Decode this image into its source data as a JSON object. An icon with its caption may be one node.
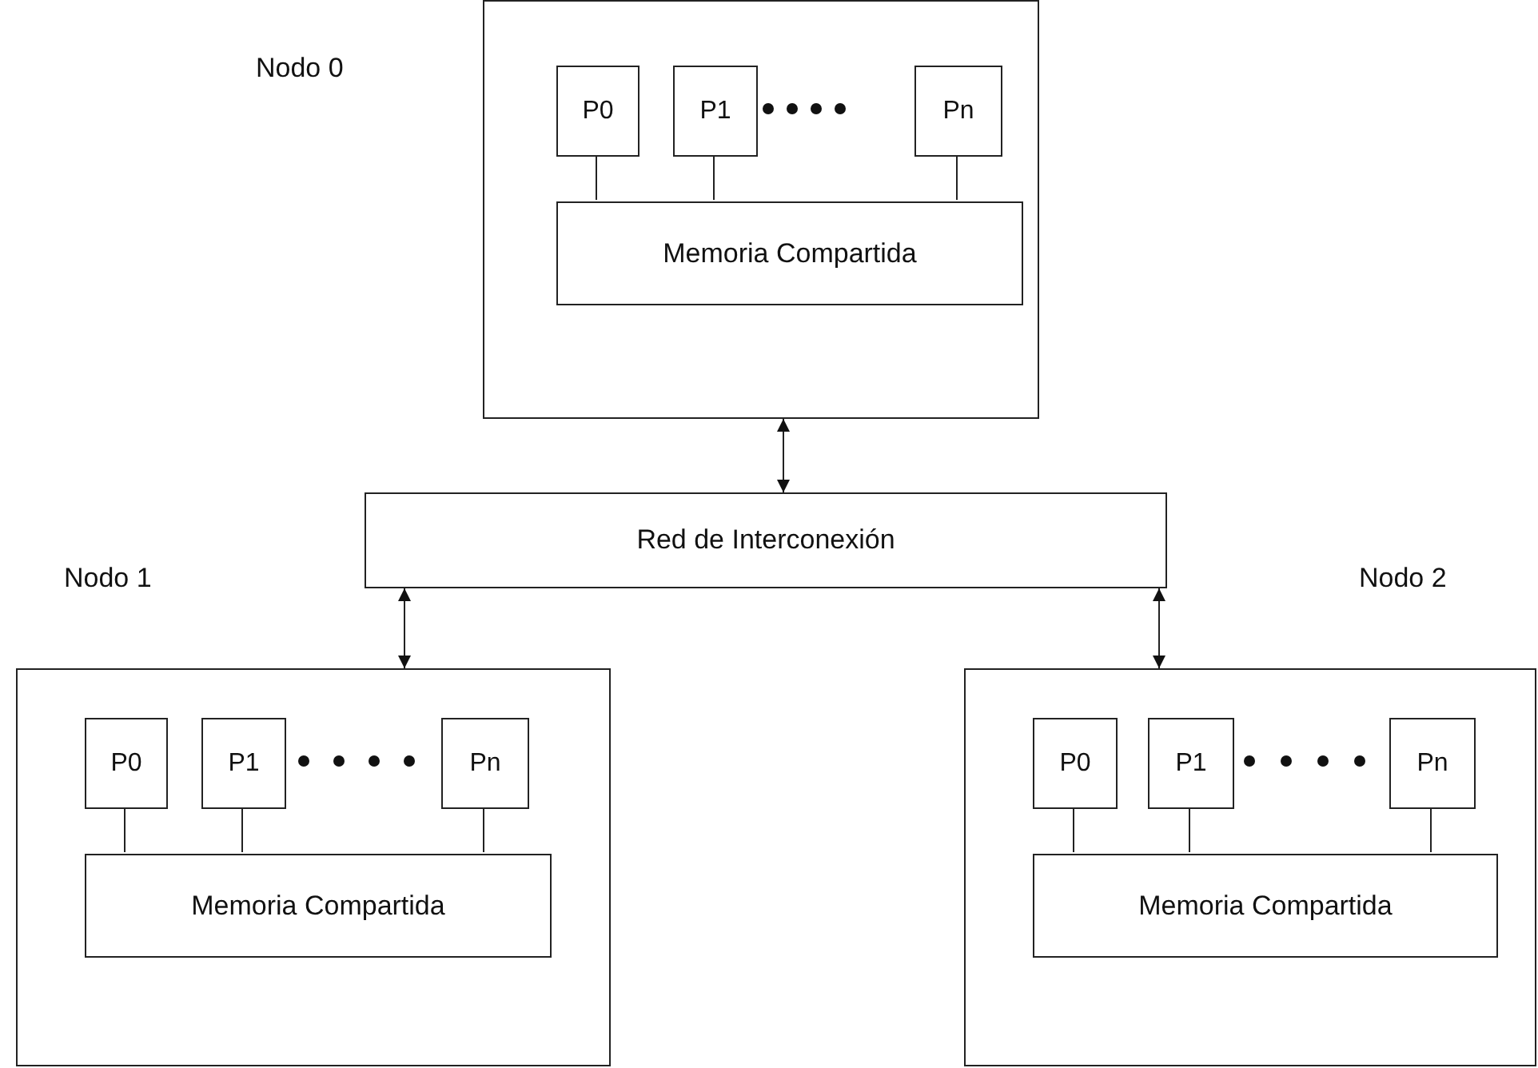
{
  "diagram": {
    "nodes": [
      {
        "text": [],
        "shape": "box"
      },
      {
        "text": [
          "P0"
        ],
        "in": 0
      },
      {
        "text": [
          "P1"
        ],
        "in": 0
      },
      {
        "text": [
          "Pn"
        ],
        "in": 0
      },
      {
        "text": [
          "Memoria Compartida"
        ],
        "in": 0
      },
      {
        "text": [
          "Red de Interconexión"
        ]
      },
      {
        "text": [],
        "shape": "box",
        "beside": [
          "Nodo 1"
        ]
      },
      {
        "text": [
          "P0"
        ],
        "in": 6
      },
      {
        "text": [
          "P1"
        ],
        "in": 6
      },
      {
        "text": [
          "Pn"
        ],
        "in": 6
      },
      {
        "text": [
          "Memoria Compartida"
        ],
        "in": 6
      },
      {
        "text": [],
        "shape": "box",
        "beside": [
          "Nodo 2"
        ]
      },
      {
        "text": [
          "P0"
        ],
        "in": 11
      },
      {
        "text": [
          "P1"
        ],
        "in": 11
      },
      {
        "text": [
          "Pn"
        ],
        "in": 11
      },
      {
        "text": [
          "Memoria Compartida"
        ],
        "in": 11
      }
    ],
    "edges": [
      {
        "from": 1,
        "to": 4,
        "arrow": "none"
      },
      {
        "from": 2,
        "to": 4,
        "arrow": "none"
      },
      {
        "from": 3,
        "to": 4,
        "arrow": "none"
      },
      {
        "from": 0,
        "to": 5,
        "arrow": "both"
      },
      {
        "from": 5,
        "to": 6,
        "arrow": "both"
      },
      {
        "from": 5,
        "to": 11,
        "arrow": "both"
      },
      {
        "from": 7,
        "to": 10,
        "arrow": "none"
      },
      {
        "from": 8,
        "to": 10,
        "arrow": "none"
      },
      {
        "from": 9,
        "to": 10,
        "arrow": "none"
      },
      {
        "from": 12,
        "to": 15,
        "arrow": "none"
      },
      {
        "from": 13,
        "to": 15,
        "arrow": "none"
      },
      {
        "from": 14,
        "to": 15,
        "arrow": "none"
      }
    ],
    "labels": [
      "Nodo 0"
    ]
  }
}
